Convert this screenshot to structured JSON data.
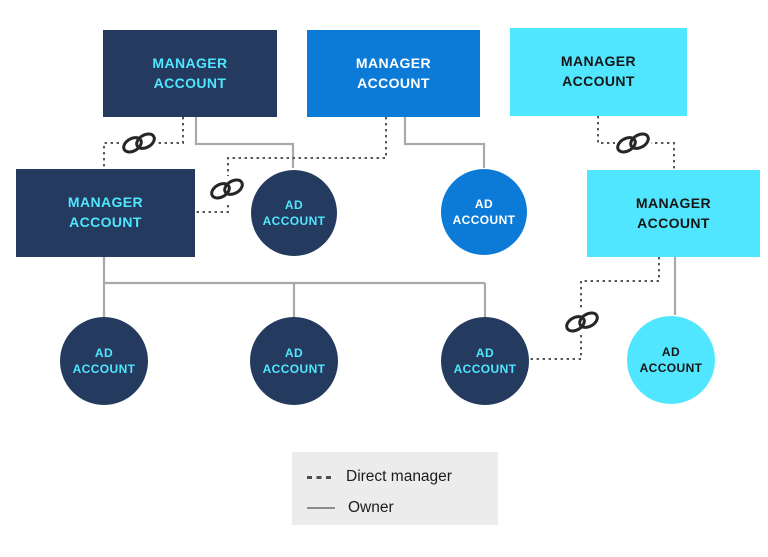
{
  "palette": {
    "dark_navy": "#243A5E",
    "azure_blue": "#0C7BD8",
    "light_cyan": "#50E6FF",
    "cyan_label": "#50E6FF",
    "white_label": "#FFFFFF",
    "dark_label": "#161616",
    "owner_line": "#A9A9A9",
    "direct_manager_line": "#555555",
    "legend_background": "#ECECEC"
  },
  "nodes": {
    "manager_top_left": {
      "label": "MANAGER\nACCOUNT",
      "shape": "rectangle",
      "color": "dark_navy"
    },
    "manager_top_center": {
      "label": "MANAGER\nACCOUNT",
      "shape": "rectangle",
      "color": "azure_blue"
    },
    "manager_top_right": {
      "label": "MANAGER\nACCOUNT",
      "shape": "rectangle",
      "color": "light_cyan"
    },
    "manager_mid_left": {
      "label": "MANAGER\nACCOUNT",
      "shape": "rectangle",
      "color": "dark_navy"
    },
    "manager_mid_right": {
      "label": "MANAGER\nACCOUNT",
      "shape": "rectangle",
      "color": "light_cyan"
    },
    "ad_mid_dark": {
      "label": "AD\nACCOUNT",
      "shape": "circle",
      "color": "dark_navy"
    },
    "ad_mid_blue": {
      "label": "AD\nACCOUNT",
      "shape": "circle",
      "color": "azure_blue"
    },
    "ad_bottom_1": {
      "label": "AD\nACCOUNT",
      "shape": "circle",
      "color": "dark_navy"
    },
    "ad_bottom_2": {
      "label": "AD\nACCOUNT",
      "shape": "circle",
      "color": "dark_navy"
    },
    "ad_bottom_3": {
      "label": "AD\nACCOUNT",
      "shape": "circle",
      "color": "dark_navy"
    },
    "ad_bottom_cyan": {
      "label": "AD\nACCOUNT",
      "shape": "circle",
      "color": "light_cyan"
    }
  },
  "edges": [
    {
      "from": "manager_top_left",
      "to": "manager_mid_left",
      "type": "direct_manager"
    },
    {
      "from": "manager_top_center",
      "to": "manager_mid_left",
      "type": "direct_manager"
    },
    {
      "from": "manager_top_right",
      "to": "manager_mid_right",
      "type": "direct_manager"
    },
    {
      "from": "manager_mid_right",
      "to": "ad_bottom_3",
      "type": "direct_manager"
    },
    {
      "from": "manager_top_left",
      "to": "ad_mid_dark",
      "type": "owner"
    },
    {
      "from": "manager_top_center",
      "to": "ad_mid_blue",
      "type": "owner"
    },
    {
      "from": "manager_mid_left",
      "to": "ad_bottom_1",
      "type": "owner"
    },
    {
      "from": "manager_mid_left",
      "to": "ad_bottom_2",
      "type": "owner"
    },
    {
      "from": "manager_mid_left",
      "to": "ad_bottom_3",
      "type": "owner"
    },
    {
      "from": "manager_mid_right",
      "to": "ad_bottom_cyan",
      "type": "owner"
    }
  ],
  "legend": {
    "items": [
      {
        "style": "dashed",
        "label": "Direct manager"
      },
      {
        "style": "solid",
        "label": "Owner"
      }
    ]
  }
}
